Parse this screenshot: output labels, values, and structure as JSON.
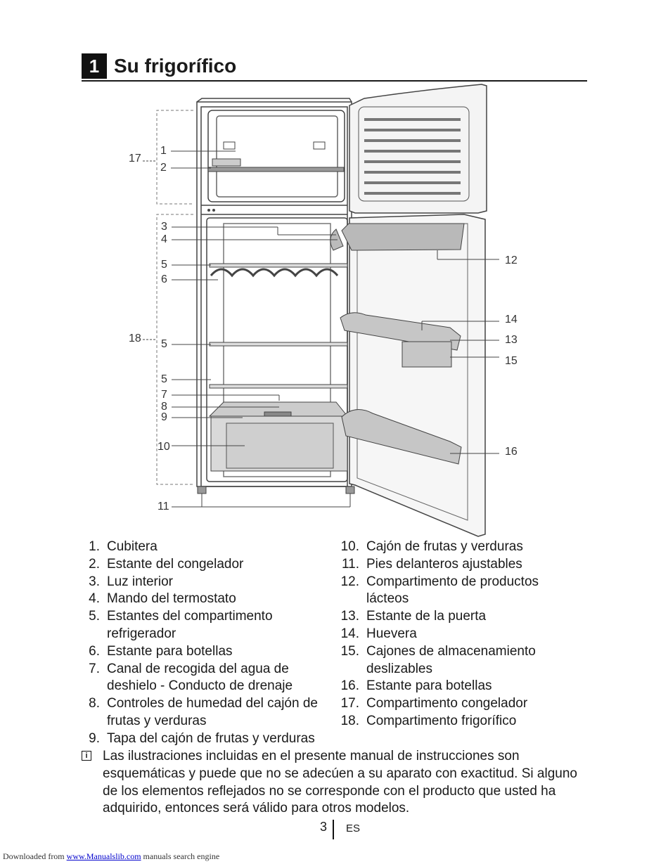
{
  "section": {
    "number": "1",
    "title": "Su frigorífico"
  },
  "diagram_labels": [
    "1",
    "2",
    "3",
    "4",
    "5",
    "6",
    "5",
    "5",
    "7",
    "8",
    "9",
    "10",
    "11",
    "12",
    "13",
    "14",
    "15",
    "16",
    "17",
    "18"
  ],
  "parts_left": [
    {
      "n": "1.",
      "text": "Cubitera"
    },
    {
      "n": "2.",
      "text": "Estante del congelador"
    },
    {
      "n": "3.",
      "text": "Luz interior"
    },
    {
      "n": "4.",
      "text": "Mando del termostato"
    },
    {
      "n": "5.",
      "text": "Estantes del compartimento refrigerador"
    },
    {
      "n": "6.",
      "text": "Estante para botellas"
    },
    {
      "n": "7.",
      "text": "Canal de recogida del agua de deshielo - Conducto de drenaje"
    },
    {
      "n": "8.",
      "text": "Controles de humedad del cajón de frutas y verduras"
    },
    {
      "n": "9.",
      "text": "Tapa del cajón de frutas y verduras"
    }
  ],
  "parts_right": [
    {
      "n": "10.",
      "text": "Cajón de frutas y verduras"
    },
    {
      "n": "11.",
      "text": "Pies delanteros ajustables"
    },
    {
      "n": "12.",
      "text": "Compartimento de productos lácteos"
    },
    {
      "n": "13.",
      "text": "Estante de la puerta"
    },
    {
      "n": "14.",
      "text": "Huevera"
    },
    {
      "n": "15.",
      "text": "Cajones de almacenamiento deslizables"
    },
    {
      "n": "16.",
      "text": "Estante para botellas"
    },
    {
      "n": "17.",
      "text": "Compartimento congelador"
    },
    {
      "n": "18.",
      "text": "Compartimento frigorífico"
    }
  ],
  "note": "Las ilustraciones incluidas en el presente manual de instrucciones son esquemáticas y puede que no se adecúen a su aparato con exactitud. Si alguno de los elementos reflejados no se corresponde con el producto que usted ha adquirido, entonces será válido para otros modelos.",
  "footer": {
    "page": "3",
    "lang": "ES"
  },
  "download": {
    "prefix": "Downloaded from",
    "link": "www.Manualslib.com",
    "suffix": "manuals search engine"
  }
}
